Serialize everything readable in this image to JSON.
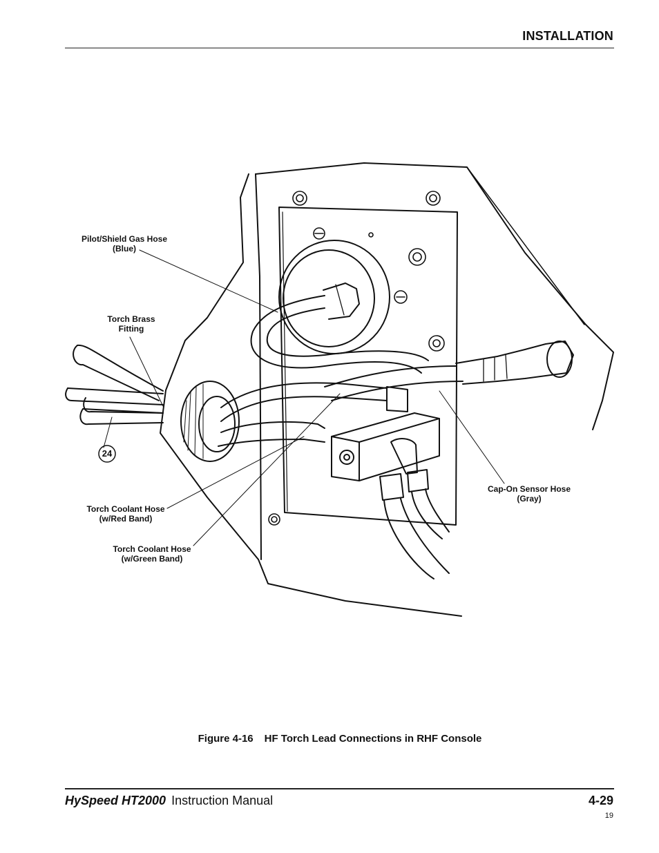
{
  "header": {
    "section": "INSTALLATION"
  },
  "figure": {
    "labels": {
      "pilot_shield": [
        "Pilot/Shield Gas Hose",
        "(Blue)"
      ],
      "brass_fitting": [
        "Torch Brass",
        "Fitting"
      ],
      "item_number": "24",
      "coolant_red": [
        "Torch Coolant Hose",
        "(w/Red Band)"
      ],
      "coolant_green": [
        "Torch Coolant Hose",
        "(w/Green Band)"
      ],
      "cap_on": [
        "Cap-On Sensor Hose",
        "(Gray)"
      ]
    },
    "caption_number": "Figure 4-16",
    "caption_title": "HF Torch Lead Connections in RHF Console"
  },
  "footer": {
    "brand": "HySpeed HT2000",
    "manual": "Instruction Manual",
    "page_ref": "4-29",
    "page_number": "19"
  }
}
